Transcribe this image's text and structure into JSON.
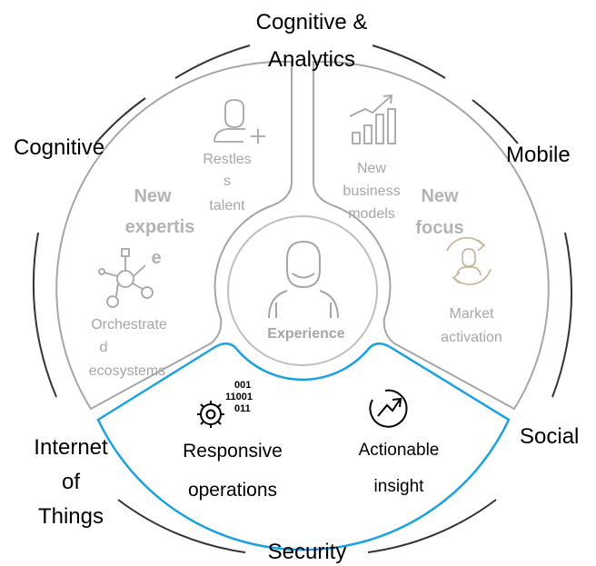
{
  "outer_labels": {
    "top": [
      "Cognitive &",
      "Analytics"
    ],
    "upper_left": "Cognitive",
    "upper_right": "Mobile",
    "lower_left": [
      "Internet",
      "of",
      "Things"
    ],
    "lower_right": "Social",
    "bottom": "Security"
  },
  "segments": {
    "expertise": {
      "title": [
        "New",
        "expertis",
        "e"
      ],
      "items": [
        {
          "icon": "person-plus-icon",
          "label": [
            "Restles",
            "s",
            "talent"
          ]
        },
        {
          "icon": "network-icon",
          "label": [
            "Orchestrate",
            "d",
            "ecosystems"
          ]
        }
      ]
    },
    "focus": {
      "title": [
        "New",
        "focus"
      ],
      "items": [
        {
          "icon": "growth-chart-icon",
          "label": [
            "New",
            "business",
            "models"
          ]
        },
        {
          "icon": "person-refresh-icon",
          "label": [
            "Market",
            "activation"
          ]
        }
      ]
    },
    "operations": {
      "items": [
        {
          "icon": "gear-binary-icon",
          "label": [
            "Responsive",
            "operations"
          ],
          "binary": [
            "001",
            "11001",
            "011"
          ]
        },
        {
          "icon": "insight-arrow-icon",
          "label": [
            "Actionable",
            "insight"
          ]
        }
      ]
    }
  },
  "center": {
    "icon": "person-icon",
    "label": "Experience"
  },
  "colors": {
    "highlight": "#1ba1e2",
    "segment": "#a6a6a6",
    "ring": "#333333"
  }
}
